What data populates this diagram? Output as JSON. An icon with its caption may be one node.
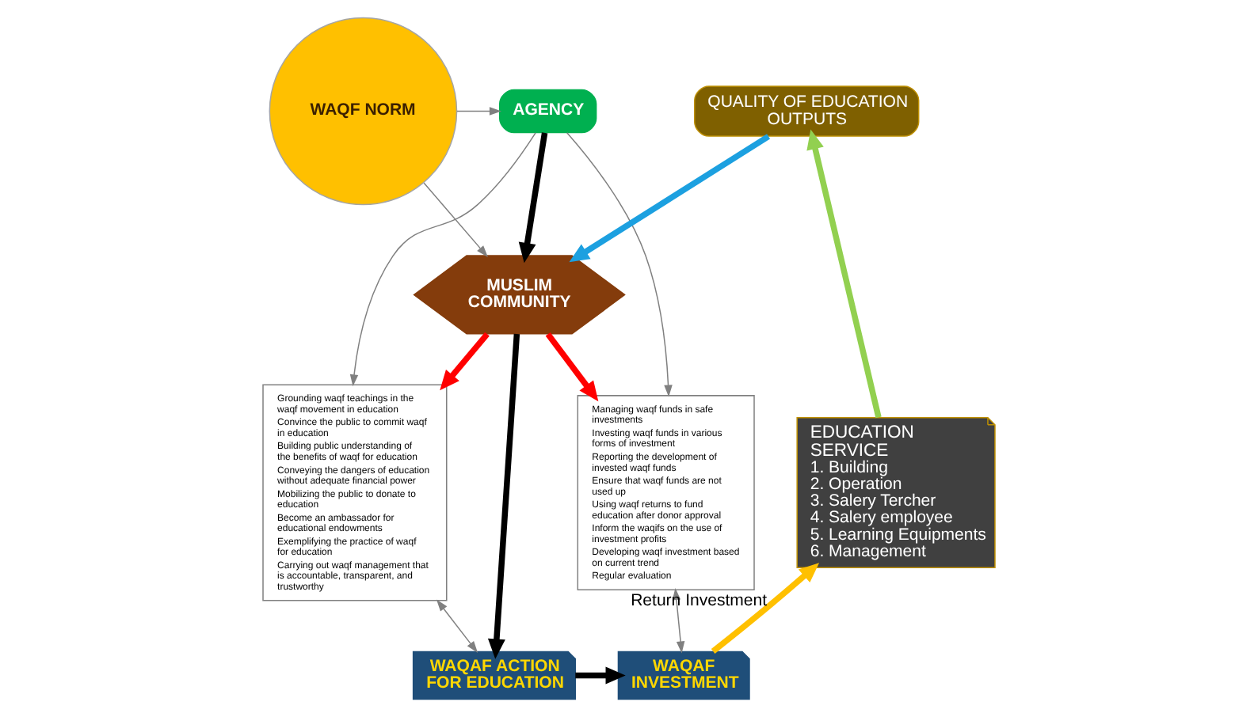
{
  "diagram": {
    "nodes": [
      {
        "text": [
          "WAQF NORM"
        ]
      },
      {
        "text": [
          "AGENCY"
        ]
      },
      {
        "text": [
          "MUSLIM COMMUNITY"
        ]
      },
      {
        "text": [
          "Grounding waqf teachings in the waqf movement in education",
          "Convince the public to commit waqf in education",
          "Building public understanding of the benefits of waqf for education",
          "Conveying the dangers of education without adequate financial power",
          "Mobilizing the public to donate to education",
          "Become an ambassador for educational endowments",
          "Exemplifying the practice of waqf for education",
          "Carrying out waqf management that is accountable, transparent, and trustworthy"
        ]
      },
      {
        "text": [
          "Managing waqf funds in safe investments",
          "Investing waqf funds in various forms of investment",
          "Reporting the development of invested waqf funds",
          "Ensure that waqf funds are not used up",
          "Using waqf returns to fund education after donor approval",
          "Inform the waqifs on the use of investment profits",
          "Developing waqf investment based on current trend",
          "Regular evaluation"
        ]
      },
      {
        "text": [
          "WAQAF ACTION FOR EDUCATION"
        ]
      },
      {
        "text": [
          "WAQAF INVESTMENT"
        ]
      },
      {
        "text": [
          "QUALITY OF EDUCATION OUTPUTS"
        ]
      },
      {
        "text": [
          "EDUCATION SERVICE",
          "1. Building",
          "2. Operation",
          "3. Salery Tercher",
          "4. Salery employee",
          "5. Learning Equipments",
          "6. Management"
        ]
      }
    ],
    "edges": [
      {
        "from": 0,
        "to": 1,
        "arrow": "to"
      },
      {
        "from": 0,
        "to": 2,
        "arrow": "to"
      },
      {
        "from": 1,
        "to": 2,
        "arrow": "to",
        "color": "#000000"
      },
      {
        "from": 7,
        "to": 2,
        "arrow": "to",
        "color": "#1ca0e0"
      },
      {
        "from": 2,
        "to": 3,
        "arrow": "to",
        "color": "#ff0000"
      },
      {
        "from": 2,
        "to": 4,
        "arrow": "to",
        "color": "#ff0000"
      },
      {
        "from": 1,
        "to": 3,
        "arrow": "to"
      },
      {
        "from": 1,
        "to": 4,
        "arrow": "to"
      },
      {
        "from": 3,
        "to": 5,
        "arrow": "both"
      },
      {
        "from": 4,
        "to": 6,
        "arrow": "both"
      },
      {
        "from": 2,
        "to": 5,
        "arrow": "to",
        "color": "#000000"
      },
      {
        "from": 5,
        "to": 6,
        "arrow": "to",
        "color": "#000000"
      },
      {
        "from": 6,
        "to": 8,
        "arrow": "to",
        "color": "#ffc000",
        "label": "Return Investment"
      },
      {
        "from": 8,
        "to": 7,
        "arrow": "to",
        "color": "#92d050"
      }
    ]
  }
}
